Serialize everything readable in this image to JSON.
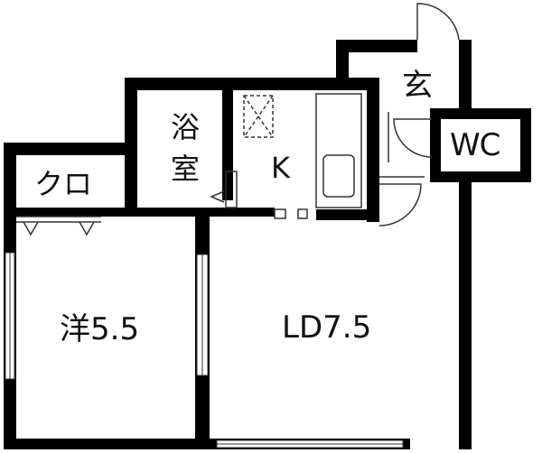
{
  "rooms": {
    "genkan": "玄",
    "wc": "WC",
    "bathroom_line1": "浴",
    "bathroom_line2": "室",
    "kitchen": "K",
    "closet": "クロ",
    "western_room": "洋5.5",
    "living_dining": "LD7.5"
  },
  "colors": {
    "wall": "#000000",
    "line": "#333333",
    "background": "#ffffff"
  }
}
